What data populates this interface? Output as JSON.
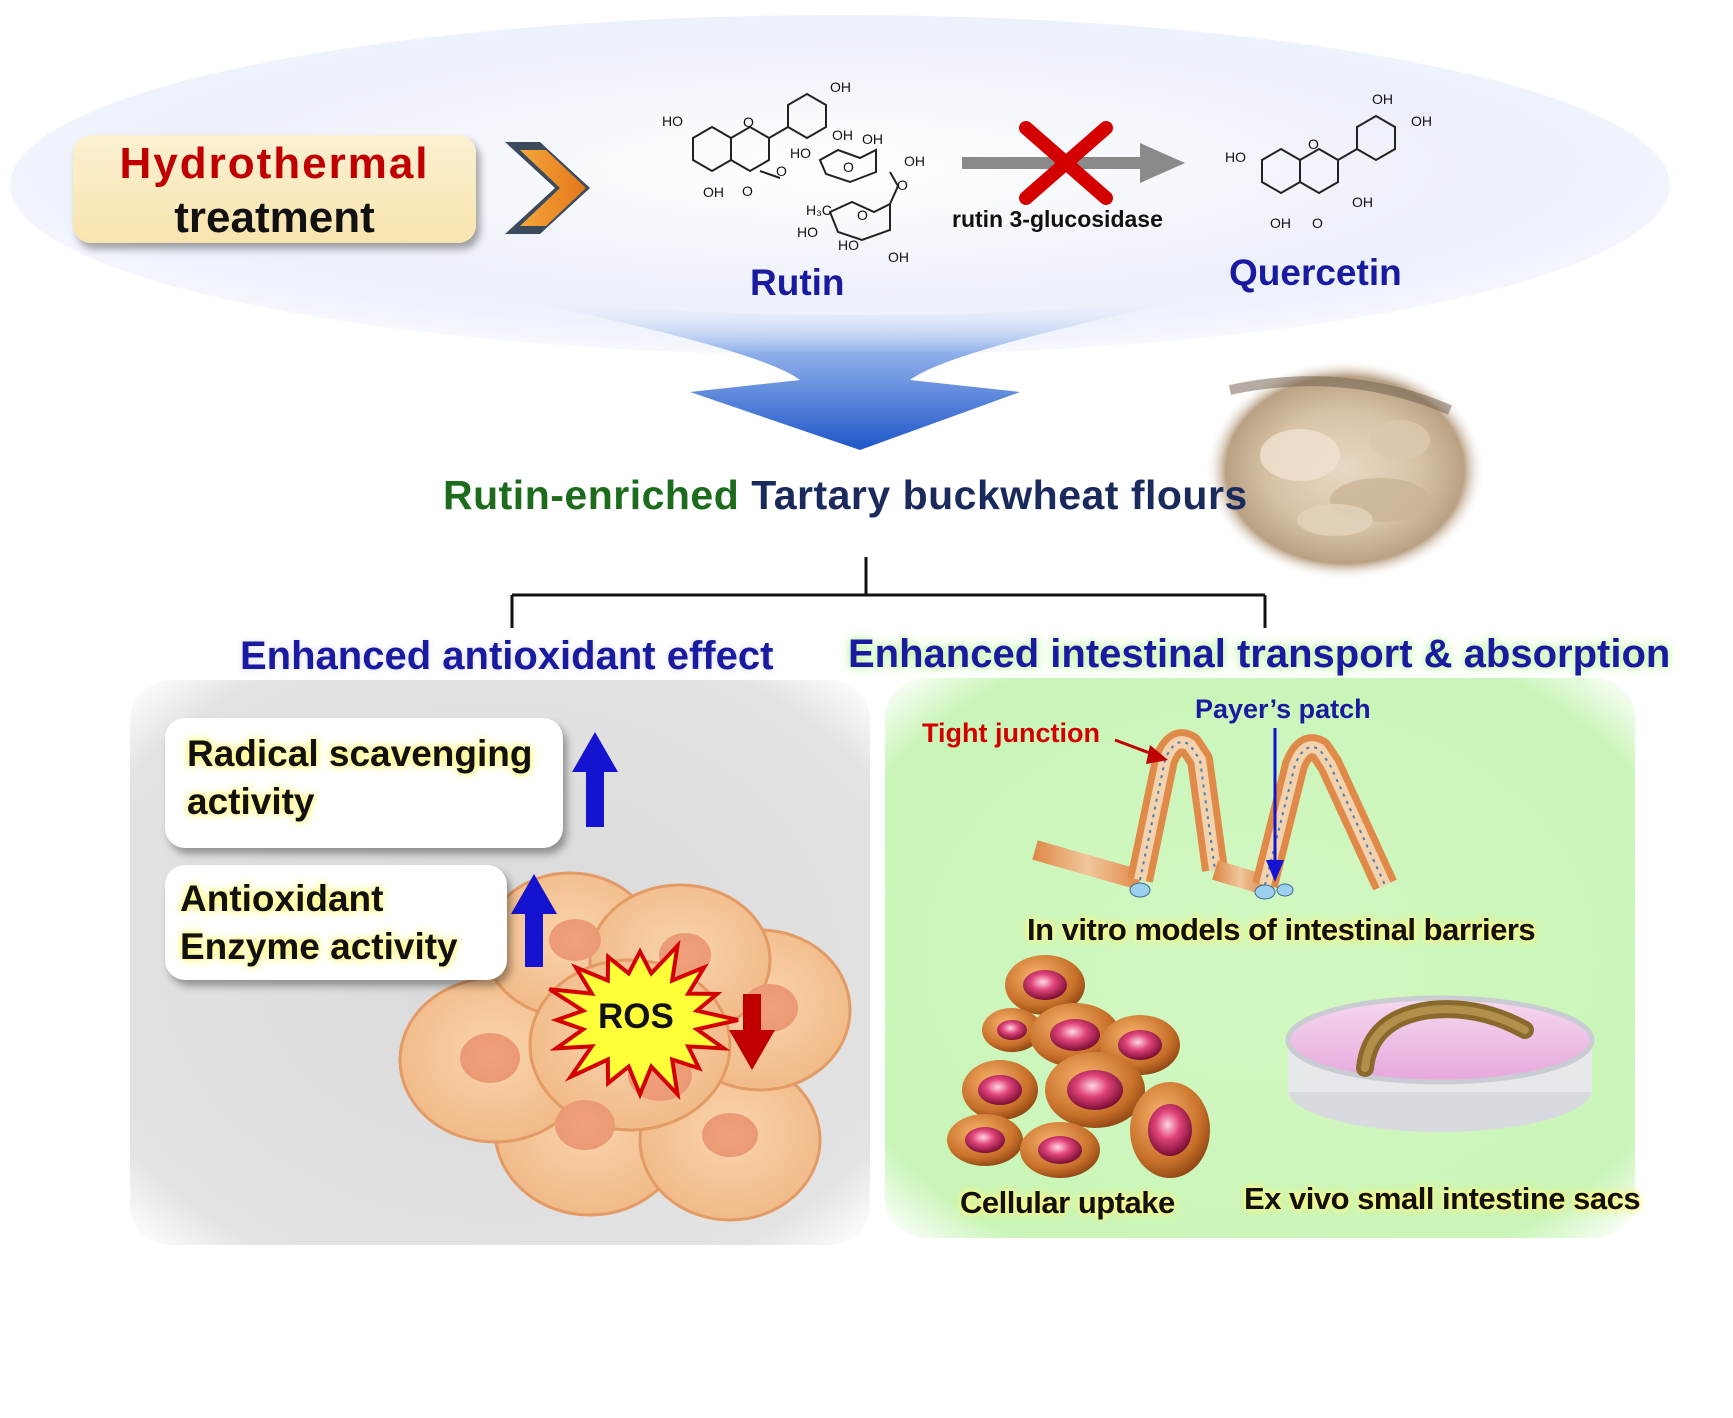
{
  "treatment": {
    "line1": "Hydrothermal",
    "line2": "treatment"
  },
  "reaction": {
    "substrate": "Rutin",
    "enzyme": "rutin 3-glucosidase",
    "product": "Quercetin",
    "blocked": true
  },
  "rutin_atoms": {
    "oh": "OH",
    "ho": "HO",
    "o": "O",
    "o_ring": "O",
    "ch3": "H₃C"
  },
  "quercetin_atoms": {
    "oh": "OH",
    "ho": "HO",
    "o": "O"
  },
  "main_title": {
    "part1": "Rutin-enriched",
    "part2": "Tartary buckwheat flours"
  },
  "left_panel": {
    "heading": "Enhanced antioxidant effect",
    "card1": {
      "line1": "Radical scavenging",
      "line2": "activity",
      "trend": "up"
    },
    "card2": {
      "line1": "Antioxidant",
      "line2": "Enzyme activity",
      "trend": "up"
    },
    "ros": {
      "label": "ROS",
      "trend": "down"
    }
  },
  "right_panel": {
    "heading": "Enhanced intestinal transport & absorption",
    "tight_junction": "Tight junction",
    "payers_patch": "Payer’s patch",
    "villi_caption": "In vitro models of intestinal barriers",
    "cell_caption": "Cellular uptake",
    "sac_caption": "Ex vivo small intestine sacs"
  },
  "colors": {
    "dark_red": "#c00000",
    "navy": "#1a1aa0",
    "green": "#1d6b1d",
    "title_navy": "#1b2a5c",
    "arrow_up": "#1414d0",
    "arrow_down": "#c00000",
    "panel_grey": "#dcdcdc",
    "panel_green": "#c8f7b6"
  }
}
